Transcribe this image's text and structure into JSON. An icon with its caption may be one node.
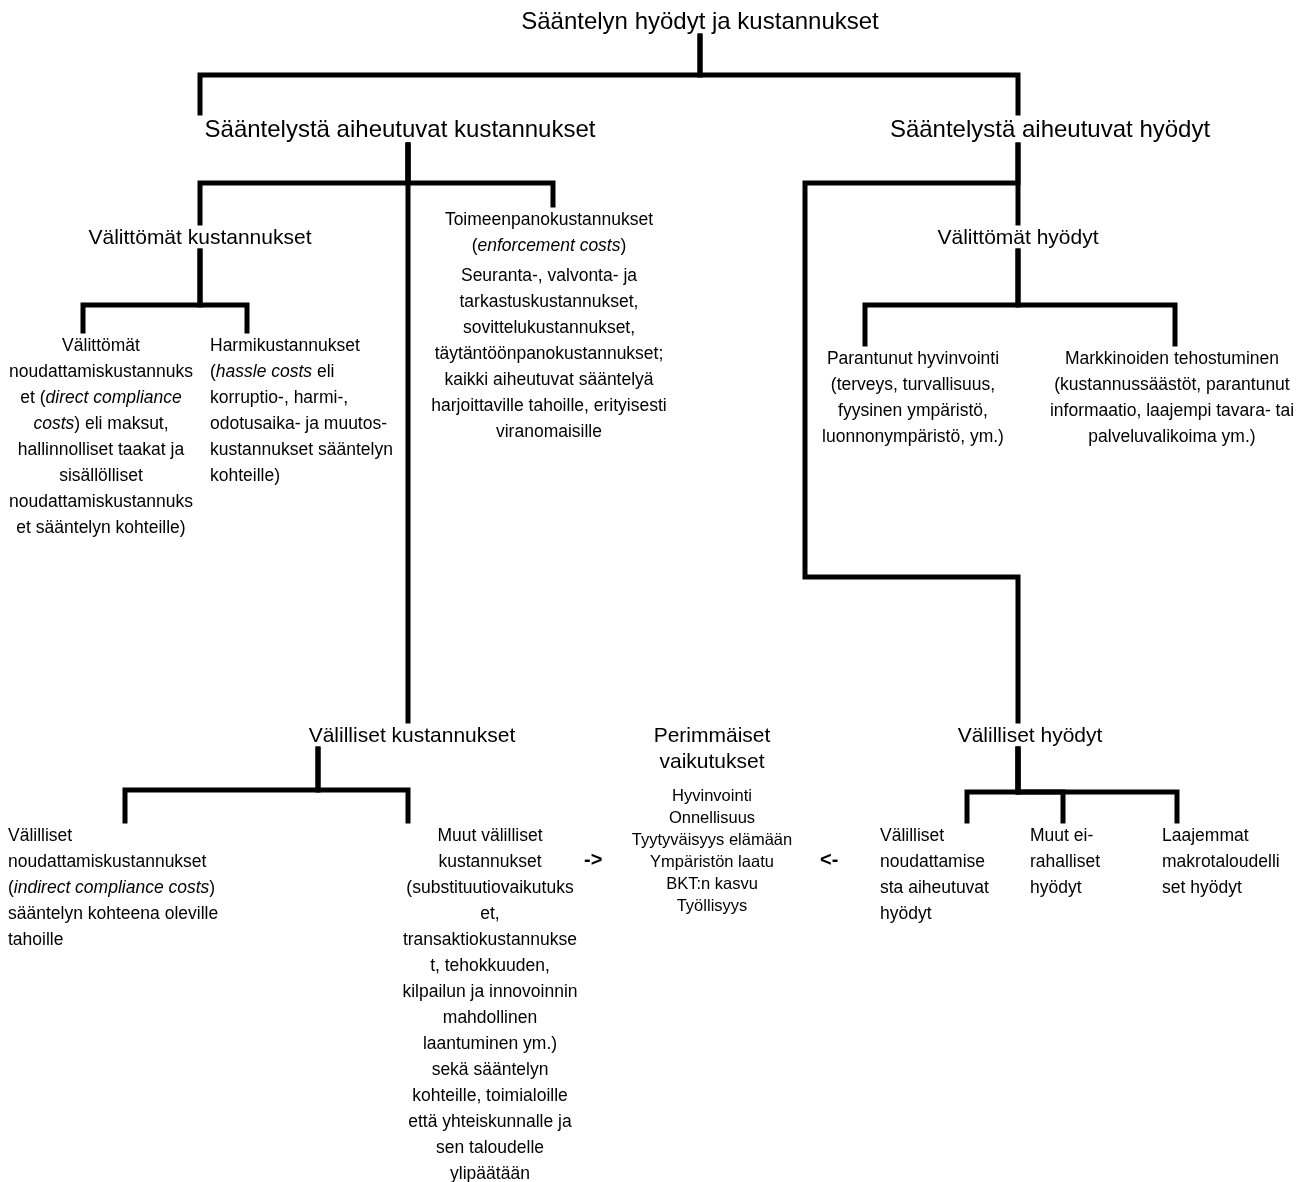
{
  "diagram": {
    "nodes": [
      {
        "text": [
          "Sääntelyn hyödyt ja kustannukset"
        ]
      },
      {
        "text": [
          "Sääntelystä aiheutuvat kustannukset"
        ]
      },
      {
        "text": [
          "Sääntelystä aiheutuvat hyödyt"
        ]
      },
      {
        "text": [
          "Välittömät kustannukset"
        ]
      },
      {
        "text": [
          "Toimeenpanokustannukset (*enforcement costs*)",
          "Seuranta-, valvonta- ja tarkastuskustannukset, sovittelukustannukset, täytäntöönpanokustannukset; kaikki aiheutuvat sääntelyä harjoittaville tahoille, erityisesti viranomaisille"
        ]
      },
      {
        "text": [
          "Välittömät noudattamiskustannukset (*direct compliance costs*) eli maksut, hallinnolliset taakat ja sisällölliset noudattamiskustannukset sääntelyn kohteille)"
        ]
      },
      {
        "text": [
          "Harmikustannukset (*hassle costs* eli korruptio-, harmi-, odotusaika- ja muutos-kustannukset sääntelyn kohteille)"
        ]
      },
      {
        "text": [
          "Välittömät hyödyt"
        ]
      },
      {
        "text": [
          "Parantunut hyvinvointi (terveys, turvallisuus, fyysinen ympäristö, luonnonympäristö, ym.)"
        ]
      },
      {
        "text": [
          "Markkinoiden tehostuminen (kustannussäästöt, parantunut informaatio, laajempi tavara- tai palveluvalikoima ym.)"
        ]
      },
      {
        "text": [
          "Välilliset kustannukset"
        ]
      },
      {
        "text": [
          "Välilliset noudattamiskustannukset (*indirect compliance costs*) sääntelyn kohteena oleville tahoille"
        ]
      },
      {
        "text": [
          "Muut välilliset kustannukset (substituutiovaikutukset, transaktiokustannukset, tehokkuuden, kilpailun ja innovoinnin mahdollinen laantuminen ym.) sekä sääntelyn kohteille, toimialoille että yhteiskunnalle ja sen taloudelle ylipäätään"
        ]
      },
      {
        "text": [
          "Perimmäiset vaikutukset",
          "Hyvinvointi",
          "Onnellisuus",
          "Tyytyväisyys elämään",
          "Ympäristön laatu",
          "BKT:n kasvu",
          "Työllisyys"
        ]
      },
      {
        "text": [
          "Välilliset hyödyt"
        ]
      },
      {
        "text": [
          "Välilliset noudattamisesta aiheutuvat hyödyt"
        ]
      },
      {
        "text": [
          "Muut ei-rahalliset hyödyt"
        ]
      },
      {
        "text": [
          "Laajemmat makrotaloudelliset hyödyt"
        ]
      }
    ],
    "edges": [
      {
        "from": 0,
        "to": 1,
        "arrow": "none"
      },
      {
        "from": 0,
        "to": 2,
        "arrow": "none"
      },
      {
        "from": 1,
        "to": 3,
        "arrow": "none"
      },
      {
        "from": 1,
        "to": 4,
        "arrow": "none"
      },
      {
        "from": 1,
        "to": 10,
        "arrow": "none"
      },
      {
        "from": 3,
        "to": 5,
        "arrow": "none"
      },
      {
        "from": 3,
        "to": 6,
        "arrow": "none"
      },
      {
        "from": 2,
        "to": 7,
        "arrow": "none"
      },
      {
        "from": 2,
        "to": 14,
        "arrow": "none"
      },
      {
        "from": 7,
        "to": 8,
        "arrow": "none"
      },
      {
        "from": 7,
        "to": 9,
        "arrow": "none"
      },
      {
        "from": 10,
        "to": 11,
        "arrow": "none"
      },
      {
        "from": 10,
        "to": 12,
        "arrow": "none"
      },
      {
        "from": 14,
        "to": 15,
        "arrow": "none"
      },
      {
        "from": 14,
        "to": 16,
        "arrow": "none"
      },
      {
        "from": 14,
        "to": 17,
        "arrow": "none"
      }
    ],
    "labels": [
      "->",
      "<-"
    ]
  }
}
